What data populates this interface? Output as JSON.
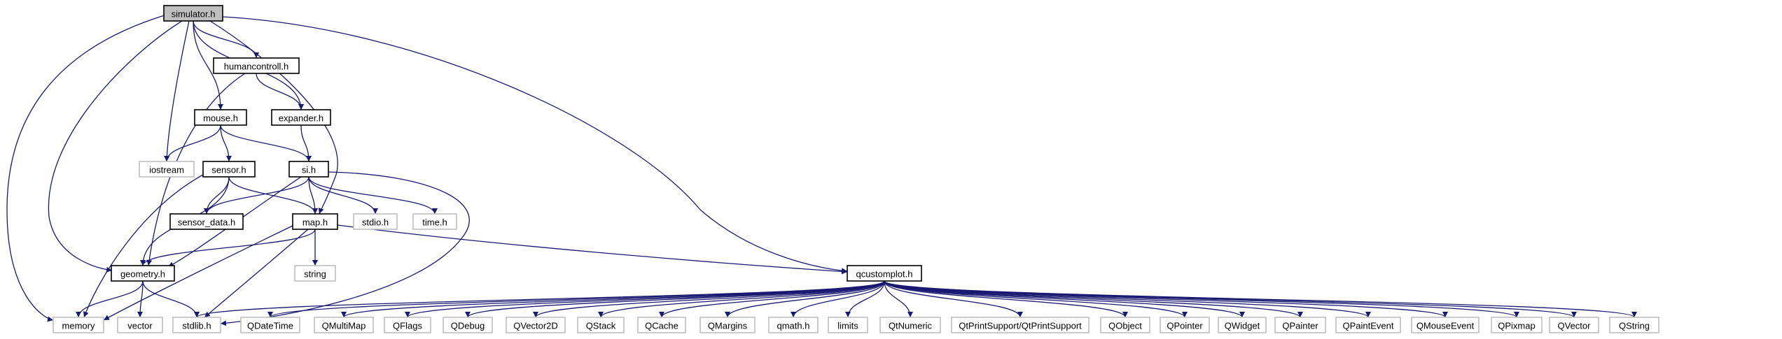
{
  "colors": {
    "edge": "#191970",
    "main_fill": "#bfbfbf",
    "box_border": "#000000",
    "external_border": "#bfbfbf"
  },
  "nodes": [
    {
      "id": "simulator",
      "label": "simulator.h",
      "kind": "main"
    },
    {
      "id": "humancontroll",
      "label": "humancontroll.h",
      "kind": "project"
    },
    {
      "id": "mouse",
      "label": "mouse.h",
      "kind": "project"
    },
    {
      "id": "expander",
      "label": "expander.h",
      "kind": "project"
    },
    {
      "id": "iostream",
      "label": "iostream",
      "kind": "external"
    },
    {
      "id": "sensor",
      "label": "sensor.h",
      "kind": "project"
    },
    {
      "id": "si",
      "label": "si.h",
      "kind": "project"
    },
    {
      "id": "sensor_data",
      "label": "sensor_data.h",
      "kind": "project"
    },
    {
      "id": "map",
      "label": "map.h",
      "kind": "project"
    },
    {
      "id": "stdio",
      "label": "stdio.h",
      "kind": "external"
    },
    {
      "id": "time",
      "label": "time.h",
      "kind": "external"
    },
    {
      "id": "string",
      "label": "string",
      "kind": "external"
    },
    {
      "id": "geometry",
      "label": "geometry.h",
      "kind": "project"
    },
    {
      "id": "qcustomplot",
      "label": "qcustomplot.h",
      "kind": "project"
    },
    {
      "id": "memory",
      "label": "memory",
      "kind": "external"
    },
    {
      "id": "vector",
      "label": "vector",
      "kind": "external"
    },
    {
      "id": "stdlib",
      "label": "stdlib.h",
      "kind": "external"
    },
    {
      "id": "QDateTime",
      "label": "QDateTime",
      "kind": "external"
    },
    {
      "id": "QMultiMap",
      "label": "QMultiMap",
      "kind": "external"
    },
    {
      "id": "QFlags",
      "label": "QFlags",
      "kind": "external"
    },
    {
      "id": "QDebug",
      "label": "QDebug",
      "kind": "external"
    },
    {
      "id": "QVector2D",
      "label": "QVector2D",
      "kind": "external"
    },
    {
      "id": "QStack",
      "label": "QStack",
      "kind": "external"
    },
    {
      "id": "QCache",
      "label": "QCache",
      "kind": "external"
    },
    {
      "id": "QMargins",
      "label": "QMargins",
      "kind": "external"
    },
    {
      "id": "qmath",
      "label": "qmath.h",
      "kind": "external"
    },
    {
      "id": "limits",
      "label": "limits",
      "kind": "external"
    },
    {
      "id": "QtNumeric",
      "label": "QtNumeric",
      "kind": "external"
    },
    {
      "id": "QtPrintSupport",
      "label": "QtPrintSupport/QtPrintSupport",
      "kind": "external"
    },
    {
      "id": "QObject",
      "label": "QObject",
      "kind": "external"
    },
    {
      "id": "QPointer",
      "label": "QPointer",
      "kind": "external"
    },
    {
      "id": "QWidget",
      "label": "QWidget",
      "kind": "external"
    },
    {
      "id": "QPainter",
      "label": "QPainter",
      "kind": "external"
    },
    {
      "id": "QPaintEvent",
      "label": "QPaintEvent",
      "kind": "external"
    },
    {
      "id": "QMouseEvent",
      "label": "QMouseEvent",
      "kind": "external"
    },
    {
      "id": "QPixmap",
      "label": "QPixmap",
      "kind": "external"
    },
    {
      "id": "QVector",
      "label": "QVector",
      "kind": "external"
    },
    {
      "id": "QString",
      "label": "QString",
      "kind": "external"
    }
  ],
  "edges": [
    [
      "simulator",
      "humancontroll"
    ],
    [
      "simulator",
      "mouse"
    ],
    [
      "simulator",
      "expander"
    ],
    [
      "simulator",
      "iostream"
    ],
    [
      "simulator",
      "map"
    ],
    [
      "simulator",
      "geometry"
    ],
    [
      "simulator",
      "memory"
    ],
    [
      "simulator",
      "qcustomplot"
    ],
    [
      "humancontroll",
      "expander"
    ],
    [
      "humancontroll",
      "geometry"
    ],
    [
      "mouse",
      "iostream"
    ],
    [
      "mouse",
      "sensor"
    ],
    [
      "mouse",
      "si"
    ],
    [
      "expander",
      "si"
    ],
    [
      "sensor",
      "sensor_data"
    ],
    [
      "sensor",
      "map"
    ],
    [
      "sensor",
      "geometry"
    ],
    [
      "sensor",
      "memory"
    ],
    [
      "si",
      "sensor_data"
    ],
    [
      "si",
      "map"
    ],
    [
      "si",
      "stdio"
    ],
    [
      "si",
      "time"
    ],
    [
      "si",
      "geometry"
    ],
    [
      "si",
      "stdlib"
    ],
    [
      "map",
      "string"
    ],
    [
      "map",
      "geometry"
    ],
    [
      "map",
      "memory"
    ],
    [
      "map",
      "stdlib"
    ],
    [
      "map",
      "qcustomplot"
    ],
    [
      "geometry",
      "memory"
    ],
    [
      "geometry",
      "vector"
    ],
    [
      "geometry",
      "stdlib"
    ],
    [
      "qcustomplot",
      "stdlib"
    ],
    [
      "qcustomplot",
      "QDateTime"
    ],
    [
      "qcustomplot",
      "QMultiMap"
    ],
    [
      "qcustomplot",
      "QFlags"
    ],
    [
      "qcustomplot",
      "QDebug"
    ],
    [
      "qcustomplot",
      "QVector2D"
    ],
    [
      "qcustomplot",
      "QStack"
    ],
    [
      "qcustomplot",
      "QCache"
    ],
    [
      "qcustomplot",
      "QMargins"
    ],
    [
      "qcustomplot",
      "qmath"
    ],
    [
      "qcustomplot",
      "limits"
    ],
    [
      "qcustomplot",
      "QtNumeric"
    ],
    [
      "qcustomplot",
      "QtPrintSupport"
    ],
    [
      "qcustomplot",
      "QObject"
    ],
    [
      "qcustomplot",
      "QPointer"
    ],
    [
      "qcustomplot",
      "QWidget"
    ],
    [
      "qcustomplot",
      "QPainter"
    ],
    [
      "qcustomplot",
      "QPaintEvent"
    ],
    [
      "qcustomplot",
      "QMouseEvent"
    ],
    [
      "qcustomplot",
      "QPixmap"
    ],
    [
      "qcustomplot",
      "QVector"
    ],
    [
      "qcustomplot",
      "QString"
    ]
  ]
}
